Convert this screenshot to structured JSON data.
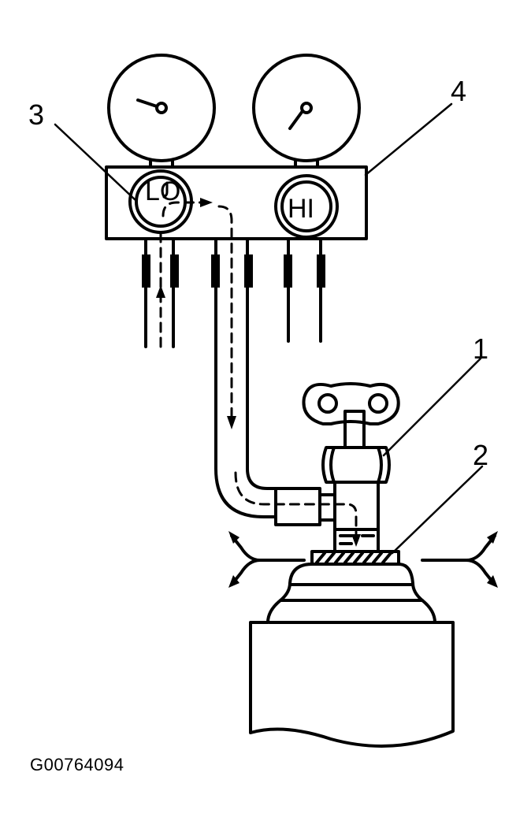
{
  "callouts": {
    "one": "1",
    "two": "2",
    "three": "3",
    "four": "4"
  },
  "valves": {
    "low_label": "LO",
    "high_label": "HI"
  },
  "figure_reference": "G00764094",
  "colors": {
    "ink": "#000000",
    "paper": "#ffffff"
  }
}
